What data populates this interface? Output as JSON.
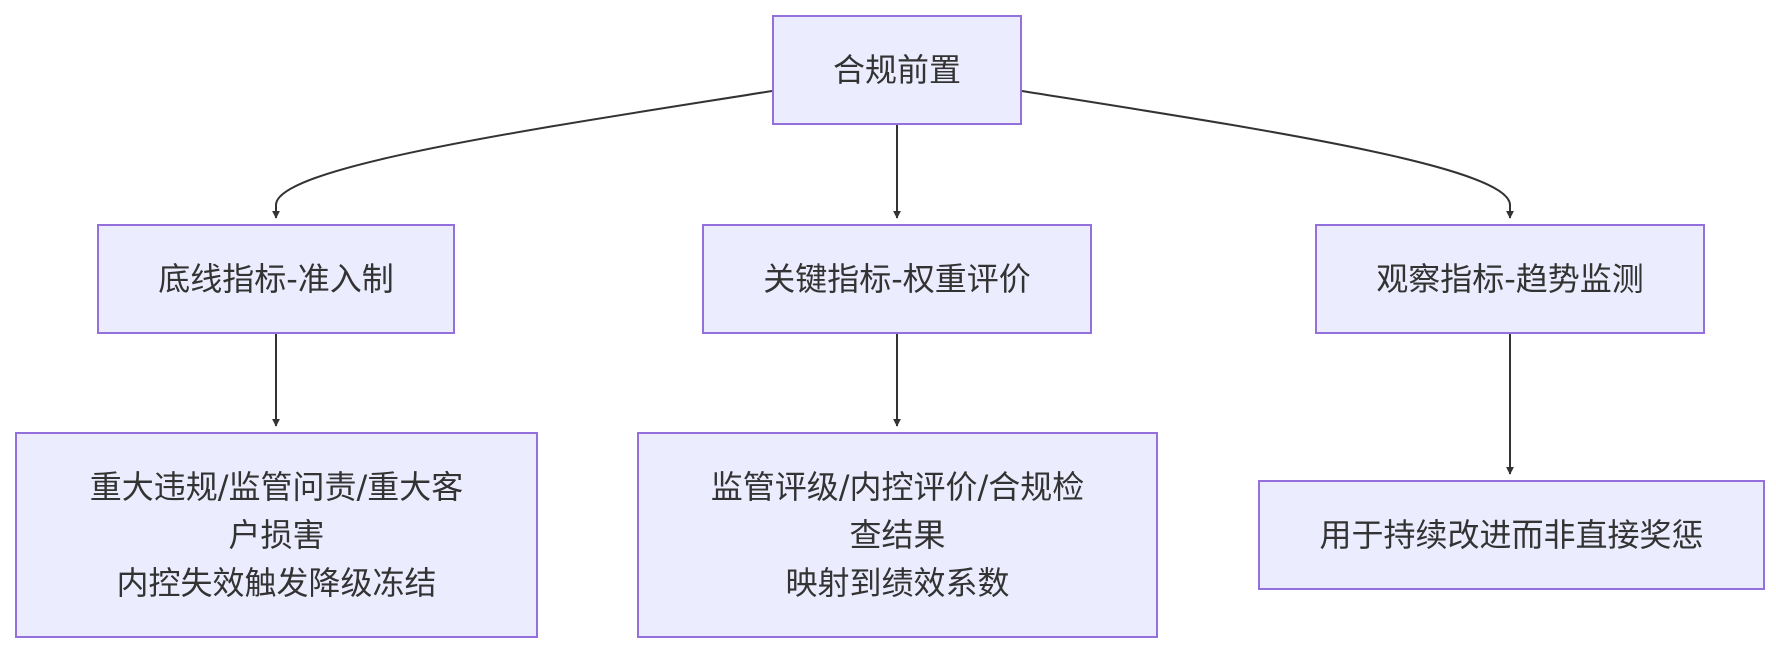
{
  "diagram": {
    "type": "flowchart",
    "direction": "top-down",
    "colors": {
      "node_fill": "#ececff",
      "node_border": "#9370db",
      "edge": "#333333",
      "text": "#333333",
      "background": "#ffffff"
    },
    "nodes": {
      "root": {
        "lines": [
          "合规前置"
        ]
      },
      "baseline": {
        "lines": [
          "底线指标-准入制"
        ]
      },
      "key": {
        "lines": [
          "关键指标-权重评价"
        ]
      },
      "observe": {
        "lines": [
          "观察指标-趋势监测"
        ]
      },
      "baseline_detail": {
        "lines": [
          "重大违规/监管问责/重大客",
          "户损害",
          "内控失效触发降级冻结"
        ]
      },
      "key_detail": {
        "lines": [
          "监管评级/内控评价/合规检",
          "查结果",
          "映射到绩效系数"
        ]
      },
      "observe_detail": {
        "lines": [
          "用于持续改进而非直接奖惩"
        ]
      }
    },
    "edges": [
      {
        "from": "root",
        "to": "baseline"
      },
      {
        "from": "root",
        "to": "key"
      },
      {
        "from": "root",
        "to": "observe"
      },
      {
        "from": "baseline",
        "to": "baseline_detail"
      },
      {
        "from": "key",
        "to": "key_detail"
      },
      {
        "from": "observe",
        "to": "observe_detail"
      }
    ]
  }
}
